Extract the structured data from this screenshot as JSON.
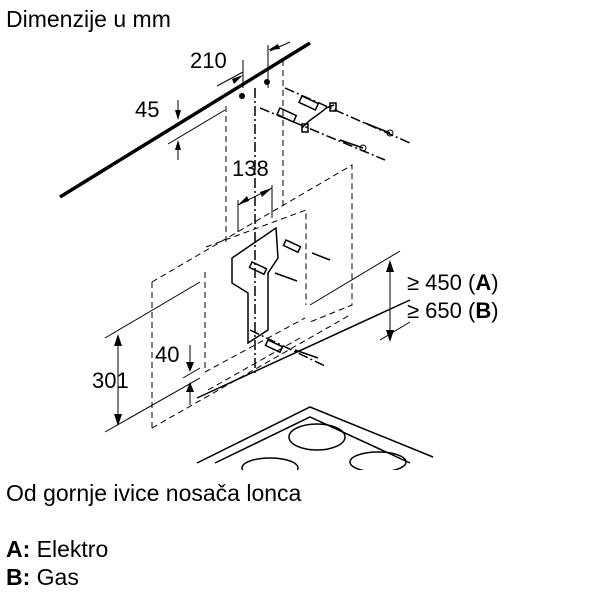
{
  "title": "Dimenzije u mm",
  "dimensions": {
    "d210": "210",
    "d45": "45",
    "d138": "138",
    "d301": "301",
    "d40": "40",
    "clearance_a_value": "≥ 450 (",
    "clearance_a_letter": "A",
    "clearance_b_value": "≥ 650 (",
    "clearance_b_letter": "B",
    "close_paren": ")"
  },
  "note": "Od gornje ivice nosača lonca",
  "legend": [
    {
      "key": "A:",
      "label": " Elektro"
    },
    {
      "key": "B:",
      "label": " Gas"
    }
  ]
}
